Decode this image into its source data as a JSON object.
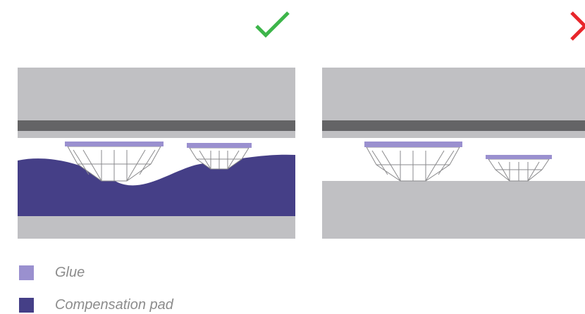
{
  "colors": {
    "plate": "#c0c0c3",
    "rail": "#646466",
    "glue": "#9a90cf",
    "pad": "#453f87",
    "crystal_fill": "#ffffff",
    "crystal_stroke": "#8a8a8c",
    "check": "#3db54a",
    "cross": "#e8262b"
  },
  "icons": {
    "good": "check-icon",
    "bad": "cross-icon"
  },
  "legend": [
    {
      "label": "Glue",
      "color_key": "glue"
    },
    {
      "label": "Compensation pad",
      "color_key": "pad"
    }
  ]
}
